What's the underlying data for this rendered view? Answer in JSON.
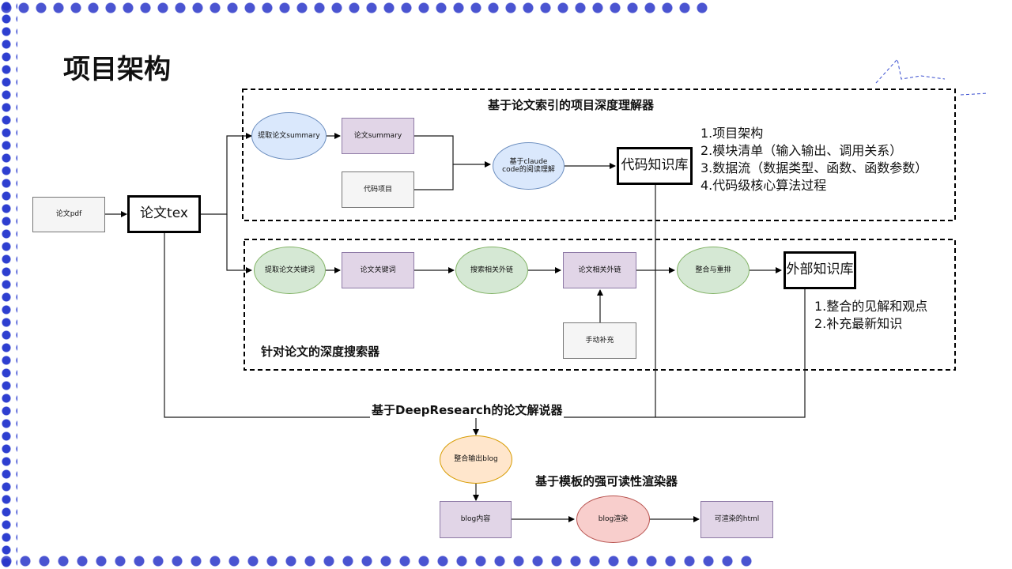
{
  "title": "项目架构",
  "sections": {
    "understanding": "基于论文索引的项目深度理解器",
    "search": "针对论文的深度搜索器",
    "explainer": "基于DeepResearch的论文解说器",
    "renderer": "基于模板的强可读性渲染器"
  },
  "nodes": {
    "paper_pdf": "论文pdf",
    "paper_tex": "论文tex",
    "extract_summary": "提取论文summary",
    "paper_summary": "论文summary",
    "code_project": "代码项目",
    "claude_read": "基于claude code的阅读理解",
    "code_kb": "代码知识库",
    "extract_keywords": "提取论文关键词",
    "paper_keywords": "论文关键词",
    "search_links": "搜索相关外链",
    "paper_links": "论文相关外链",
    "manual_add": "手动补充",
    "merge_rerank": "整合与重排",
    "external_kb": "外部知识库",
    "merge_blog": "整合输出blog",
    "blog_content": "blog内容",
    "blog_render": "blog渲染",
    "renderable_html": "可渲染的html"
  },
  "code_kb_notes": [
    "1.项目架构",
    "2.模块清单（输入输出、调用关系）",
    "3.数据流（数据类型、函数、函数参数）",
    "4.代码级核心算法过程"
  ],
  "external_kb_notes": [
    "1.整合的见解和观点",
    "2.补充最新知识"
  ],
  "colors": {
    "blue_fill": "#dae8fc",
    "green_fill": "#d5e8d4",
    "purple_fill": "#e1d5e7",
    "orange_fill": "#ffe6cc",
    "red_fill": "#f8cecc",
    "gray_fill": "#f5f5f5",
    "decor_blue": "#2a36c9"
  }
}
